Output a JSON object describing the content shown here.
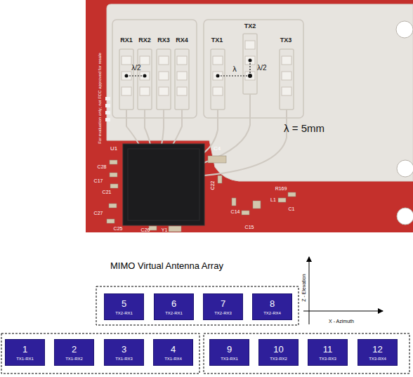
{
  "diagram": {
    "title": "MIMO Virtual Antenna Array",
    "nodes": [
      {
        "text": [
          "5",
          "TX2-RX1"
        ]
      },
      {
        "text": [
          "6",
          "TX2-RX1"
        ]
      },
      {
        "text": [
          "7",
          "TX2-RX3"
        ]
      },
      {
        "text": [
          "8",
          "TX2-RX4"
        ]
      },
      {
        "text": [
          "1",
          "TX1-RX1"
        ]
      },
      {
        "text": [
          "2",
          "TX1-RX2"
        ]
      },
      {
        "text": [
          "3",
          "TX1-RX3"
        ]
      },
      {
        "text": [
          "4",
          "TX1-RX4"
        ]
      },
      {
        "text": [
          "9",
          "TX3-RX1"
        ]
      },
      {
        "text": [
          "10",
          "TX3-RX2"
        ]
      },
      {
        "text": [
          "11",
          "TX3-RX3"
        ]
      },
      {
        "text": [
          "12",
          "TX3-RX4"
        ]
      }
    ],
    "labels": [
      "RX1",
      "RX2",
      "RX3",
      "RX4",
      "TX1",
      "TX2",
      "TX3",
      "λ/2",
      "λ",
      "λ/2",
      "λ = 5mm",
      "For evaluation only; not FCC approved for resale",
      "U1",
      "C28",
      "C17",
      "C21",
      "C27",
      "C25",
      "C26",
      "Y1",
      "C4",
      "C22",
      "C14",
      "C15",
      "L1",
      "C1",
      "R169",
      "Z - Elevation",
      "X - Azimuth"
    ]
  }
}
